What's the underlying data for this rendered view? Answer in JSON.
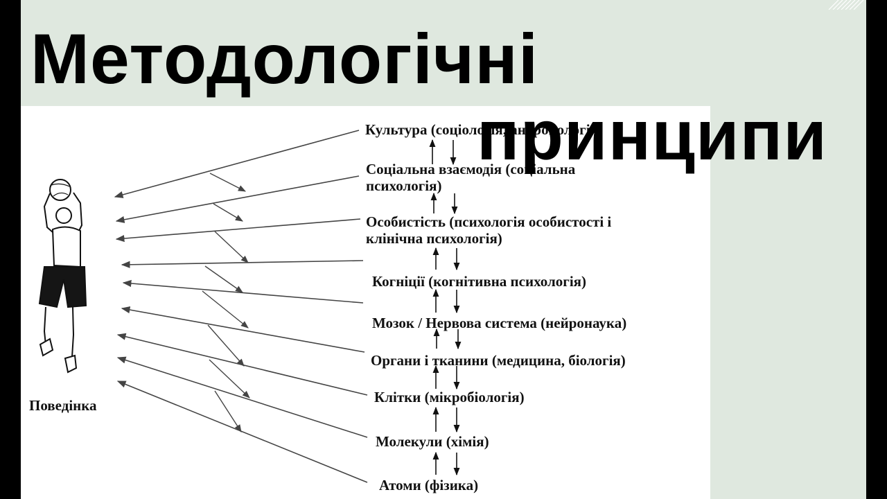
{
  "slide": {
    "title_line_1": "Методологічні",
    "title_line_2": "принципи"
  },
  "diagram": {
    "behavior_label": "Поведінка",
    "levels": [
      {
        "line1": "Культура (соціологія, антропологія)",
        "line2": ""
      },
      {
        "line1": "Соціальна взаємодія (соціальна",
        "line2": "психологія)"
      },
      {
        "line1": "Особистість (психологія особистості і",
        "line2": "клінічна психологія)"
      },
      {
        "line1": "Когніції (когнітивна психологія)",
        "line2": ""
      },
      {
        "line1": "Мозок / Нервова система (нейронаука)",
        "line2": ""
      },
      {
        "line1": "Органи і тканини (медицина, біологія)",
        "line2": ""
      },
      {
        "line1": "Клітки (мікробіологія)",
        "line2": ""
      },
      {
        "line1": "Молекули (хімія)",
        "line2": ""
      },
      {
        "line1": "Атоми (фізика)",
        "line2": ""
      }
    ]
  },
  "colors": {
    "slide_bg": "#dfe8df",
    "panel_bg": "#ffffff",
    "frame": "#000000",
    "ink": "#111111",
    "line": "#555555"
  },
  "icons": [
    "basketball-player-figure",
    "up-arrow-icon",
    "down-arrow-icon"
  ]
}
